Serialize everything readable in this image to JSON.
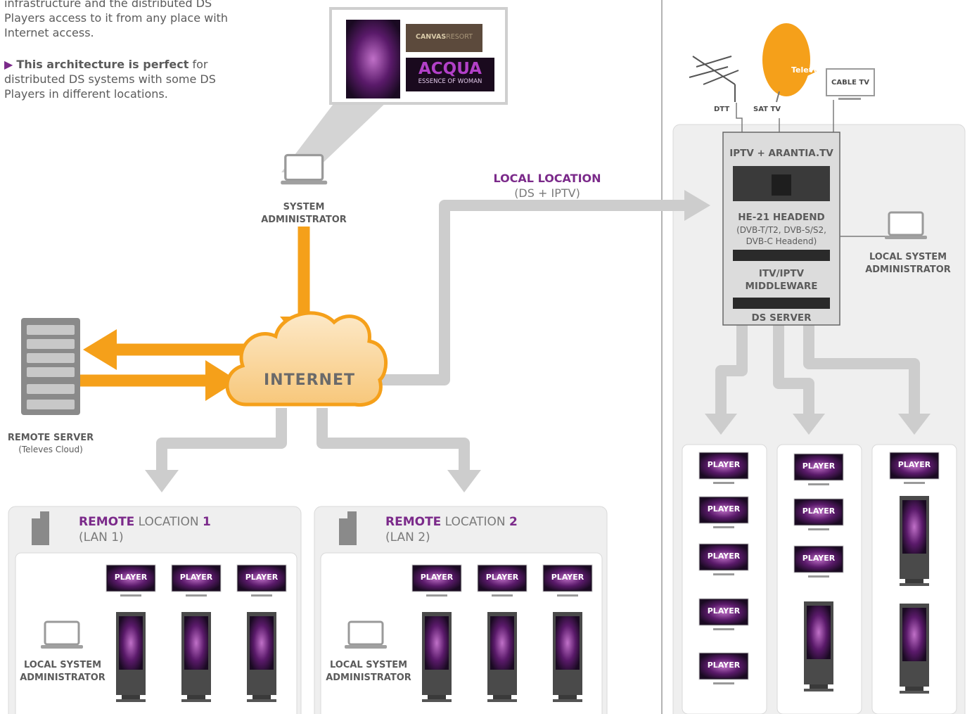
{
  "intro": {
    "line1": "infrastructure and the distributed DS",
    "line2": "Players access to it from any place with",
    "line3": "Internet access.",
    "bullet_strong": "This architecture is perfect",
    "bullet_rest": " for",
    "bullet_line2": "distributed DS systems with some DS",
    "bullet_line3": "Players in different locations."
  },
  "preview": {
    "canvas_logo": "CANVAS",
    "canvas_logo2": "RESORT",
    "acqua_title": "ACQUA",
    "acqua_sub": "ESSENCE OF WOMAN"
  },
  "sysadmin": {
    "line1": "SYSTEM",
    "line2": "ADMINISTRATOR"
  },
  "internet": {
    "label": "INTERNET"
  },
  "remote_server": {
    "label": "REMOTE SERVER",
    "sub": "(Televes Cloud)"
  },
  "local_location": {
    "title": "LOCAL LOCATION",
    "sub": "(DS + IPTV)"
  },
  "antennas": {
    "dtt": "DTT",
    "sat": "SAT TV",
    "cable": "CABLE TV",
    "brand": "Televes"
  },
  "headend": {
    "iptv": "IPTV + ARANTIA.TV",
    "he21": "HE-21 HEADEND",
    "he21_sub1": "(DVB-T/T2, DVB-S/S2,",
    "he21_sub2": "DVB-C Headend)",
    "mw1": "ITV/IPTV",
    "mw2": "MIDDLEWARE",
    "ds": "DS SERVER"
  },
  "local_admin_right": {
    "line1": "LOCAL SYSTEM",
    "line2": "ADMINISTRATOR"
  },
  "remote1": {
    "strong": "REMOTE",
    "rest": " LOCATION ",
    "num": "1",
    "lan": "(LAN 1)",
    "admin1": "LOCAL SYSTEM",
    "admin2": "ADMINISTRATOR"
  },
  "remote2": {
    "strong": "REMOTE",
    "rest": " LOCATION ",
    "num": "2",
    "lan": "(LAN 2)",
    "admin1": "LOCAL SYSTEM",
    "admin2": "ADMINISTRATOR"
  },
  "player_label": "PLAYER",
  "colors": {
    "orange": "#f5a01a",
    "grey_arrow": "#cdcdcd",
    "panel": "#efefef",
    "purple": "#7b2a8a"
  }
}
